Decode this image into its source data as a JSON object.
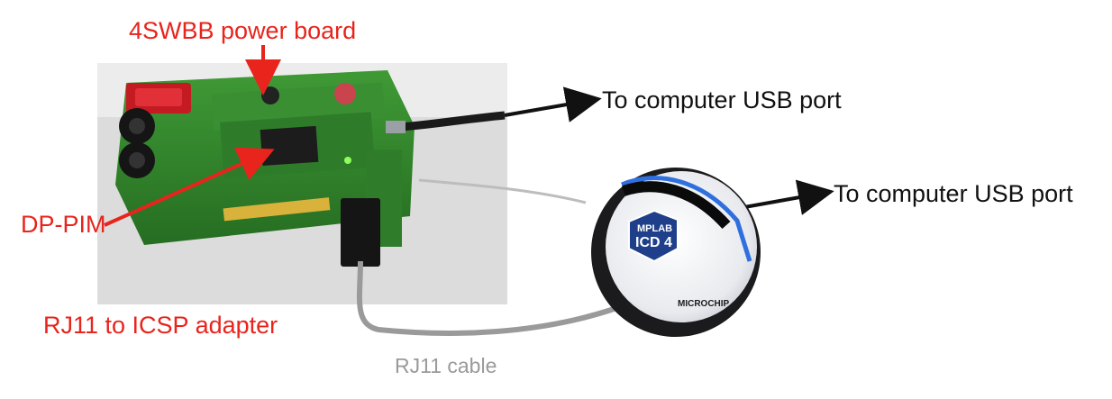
{
  "labels": {
    "power_board": "4SWBB power board",
    "dp_pim": "DP-PIM",
    "rj11_adapter": "RJ11 to ICSP adapter",
    "usb_port_board": "To computer USB port",
    "usb_port_icd": "To computer USB port",
    "rj11_cable": "RJ11 cable"
  },
  "debugger": {
    "logo_line1": "MPLAB",
    "logo_line2": "ICD 4",
    "brand": "MICROCHIP"
  },
  "colors": {
    "annotation_red": "#e8241c",
    "annotation_black": "#111111",
    "cable_gray": "#9a9a9a",
    "pcb_green": "#2f7d2a",
    "icd_accent_blue": "#2f6fe0"
  }
}
